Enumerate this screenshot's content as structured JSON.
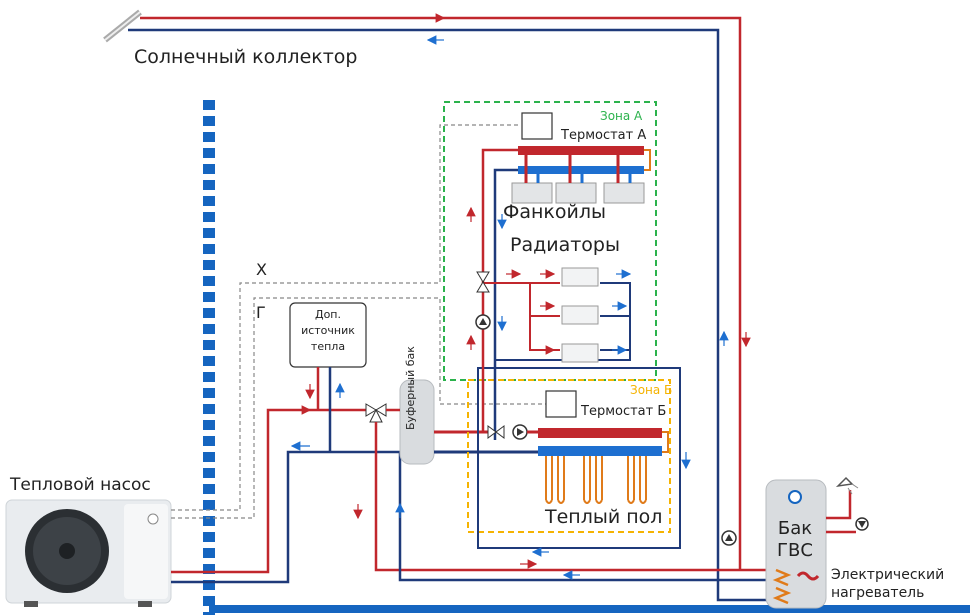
{
  "labels": {
    "solar_collector": "Солнечный коллектор",
    "heat_pump": "Тепловой насос",
    "line_x": "Х",
    "line_g": "Г",
    "zone_a": "Зона А",
    "zone_b": "Зона Б",
    "thermostat_a": "Термостат А",
    "thermostat_b": "Термостат Б",
    "fancoils": "Фанкойлы",
    "radiators": "Радиаторы",
    "underfloor": "Теплый пол",
    "aux_heat_source": "Доп. источник тепла",
    "buffer_tank": "Буферный бак",
    "dhw_tank": "Бак ГВС",
    "electric_heater": "Электрический нагреватель"
  },
  "colors": {
    "supply": "#c1272d",
    "return": "#1f3a7a",
    "return_arrow": "#1e6fd0",
    "wall": "#1565c0",
    "zone_a_border": "#2bb24c",
    "zone_b_border": "#f5b301",
    "control_line": "#888888",
    "coil": "#e07b1a"
  }
}
